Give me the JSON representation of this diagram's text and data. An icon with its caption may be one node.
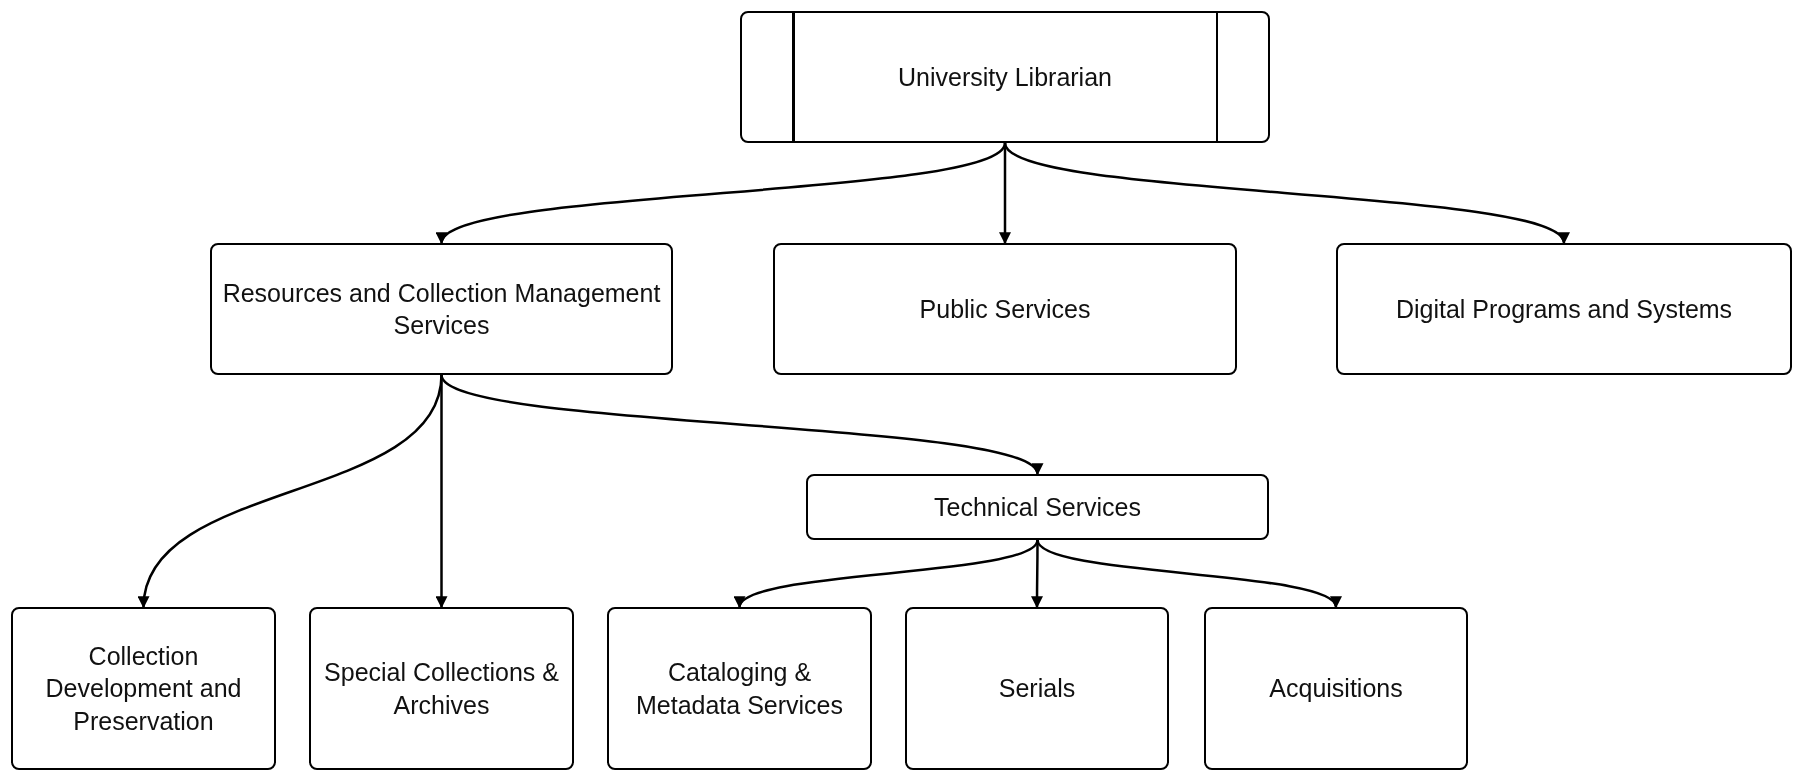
{
  "diagram": {
    "nodes": [
      {
        "text": [
          "University Librarian"
        ]
      },
      {
        "text": [
          "Resources and Collection Management Services"
        ]
      },
      {
        "text": [
          "Public Services"
        ]
      },
      {
        "text": [
          "Digital Programs and Systems"
        ]
      },
      {
        "text": [
          "Technical Services"
        ]
      },
      {
        "text": [
          "Collection Development and Preservation"
        ]
      },
      {
        "text": [
          "Special Collections & Archives"
        ]
      },
      {
        "text": [
          "Cataloging & Metadata Services"
        ]
      },
      {
        "text": [
          "Serials"
        ]
      },
      {
        "text": [
          "Acquisitions"
        ]
      }
    ],
    "edges": [
      {
        "from": 0,
        "to": 1,
        "arrow": "to"
      },
      {
        "from": 0,
        "to": 2,
        "arrow": "to"
      },
      {
        "from": 0,
        "to": 3,
        "arrow": "to"
      },
      {
        "from": 1,
        "to": 5,
        "arrow": "to"
      },
      {
        "from": 1,
        "to": 6,
        "arrow": "to"
      },
      {
        "from": 1,
        "to": 4,
        "arrow": "to"
      },
      {
        "from": 4,
        "to": 7,
        "arrow": "to"
      },
      {
        "from": 4,
        "to": 8,
        "arrow": "to"
      },
      {
        "from": 4,
        "to": 9,
        "arrow": "to"
      }
    ]
  }
}
